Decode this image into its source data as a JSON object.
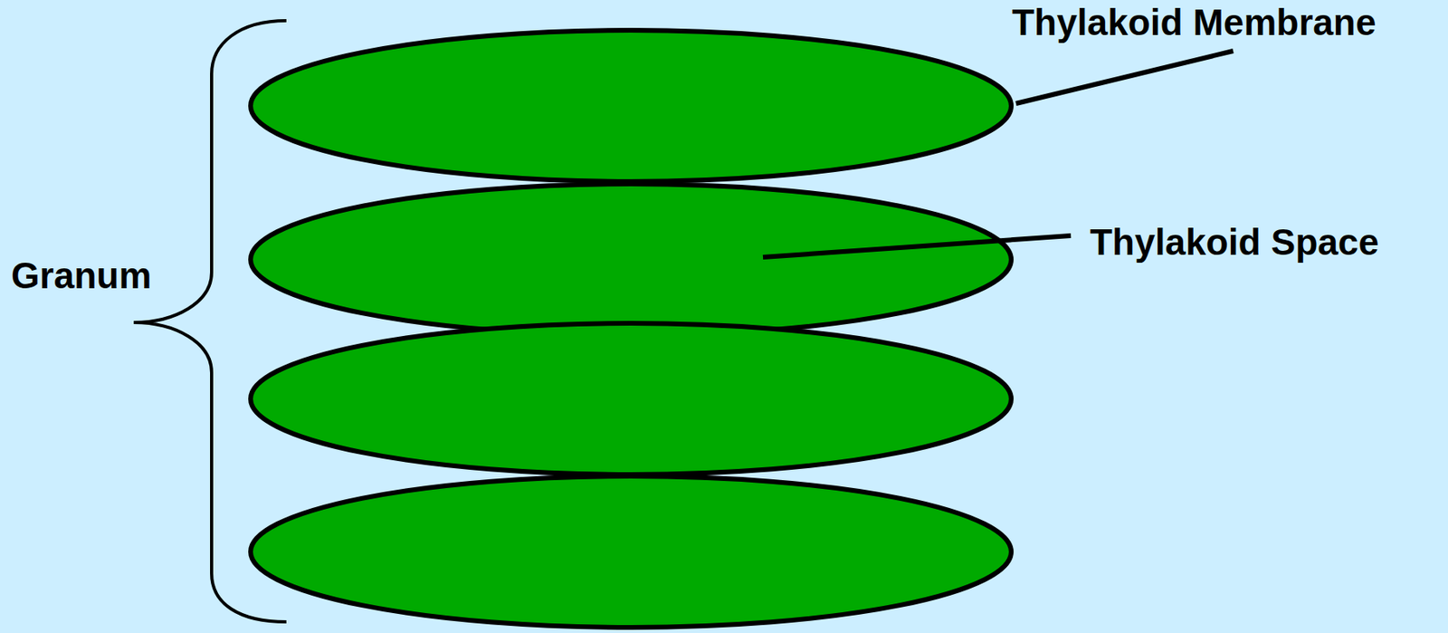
{
  "diagram": {
    "labels": [
      "Thylakoid Membrane",
      "Thylakoid Space",
      "Granum"
    ]
  }
}
